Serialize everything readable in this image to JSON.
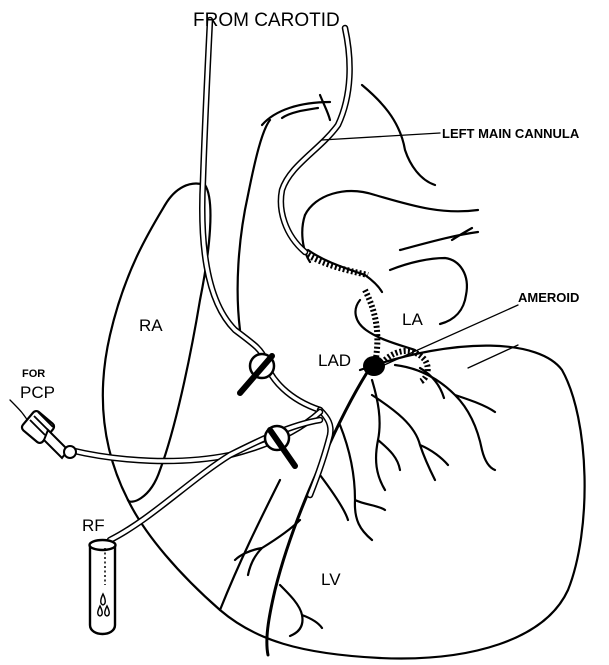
{
  "diagram": {
    "labels": {
      "from_carotid": "FROM CAROTID",
      "left_main_cannula": "LEFT MAIN CANNULA",
      "ameroid": "AMEROID",
      "ra": "RA",
      "la": "LA",
      "lad": "LAD",
      "lv": "LV",
      "rf": "RF",
      "for": "FOR",
      "pcp": "PCP"
    }
  }
}
